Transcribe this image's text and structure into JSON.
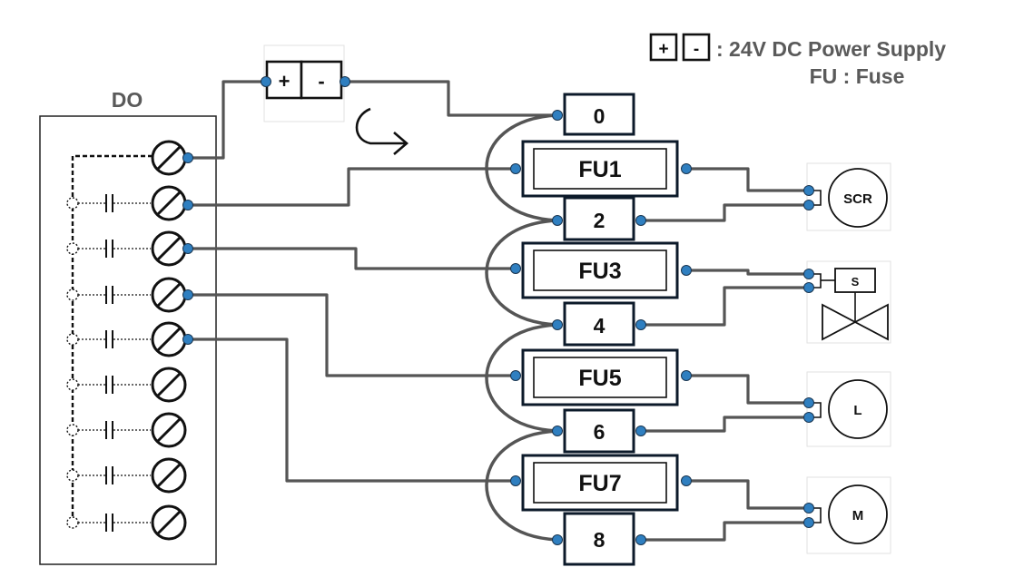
{
  "legend": {
    "plus": "+",
    "minus": "-",
    "power_text": ": 24V DC Power Supply",
    "fuse_text": "FU : Fuse"
  },
  "do_label": "DO",
  "power_supply": {
    "plus": "+",
    "minus": "-"
  },
  "terminals": [
    "0",
    "2",
    "4",
    "6",
    "8"
  ],
  "fuses": [
    "FU1",
    "FU3",
    "FU5",
    "FU7"
  ],
  "loads": [
    "SCR",
    "S",
    "L",
    "M"
  ],
  "colors": {
    "wire": "#555555",
    "dot": "#2f7fc0",
    "label": "#5a5a5a"
  }
}
